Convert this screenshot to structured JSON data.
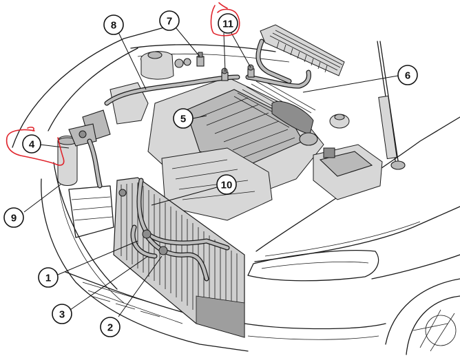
{
  "callouts": [
    {
      "id": "c1",
      "label": "1"
    },
    {
      "id": "c2",
      "label": "2"
    },
    {
      "id": "c3",
      "label": "3"
    },
    {
      "id": "c4",
      "label": "4"
    },
    {
      "id": "c5",
      "label": "5"
    },
    {
      "id": "c6",
      "label": "6"
    },
    {
      "id": "c7",
      "label": "7"
    },
    {
      "id": "c8",
      "label": "8"
    },
    {
      "id": "c9",
      "label": "9"
    },
    {
      "id": "c10",
      "label": "10"
    },
    {
      "id": "c11",
      "label": "11"
    }
  ],
  "annotations": {
    "highlight_color": "#e0242c",
    "highlighted_callouts": [
      "4",
      "11"
    ]
  }
}
